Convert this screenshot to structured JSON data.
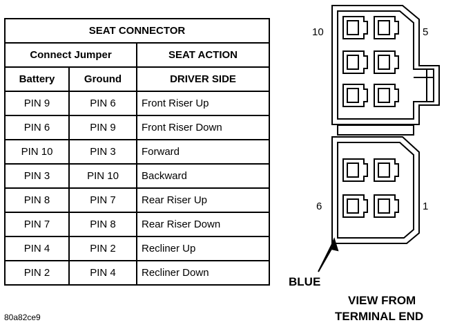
{
  "table": {
    "title": "SEAT CONNECTOR",
    "connect_jumper_header": "Connect Jumper",
    "seat_action_header": "SEAT ACTION",
    "battery_header": "Battery",
    "ground_header": "Ground",
    "driver_side_header": "DRIVER SIDE",
    "rows": [
      {
        "battery": "PIN 9",
        "ground": "PIN 6",
        "action": "Front Riser Up"
      },
      {
        "battery": "PIN 6",
        "ground": "PIN 9",
        "action": "Front Riser Down"
      },
      {
        "battery": "PIN 10",
        "ground": "PIN 3",
        "action": "Forward"
      },
      {
        "battery": "PIN 3",
        "ground": "PIN 10",
        "action": "Backward"
      },
      {
        "battery": "PIN 8",
        "ground": "PIN 7",
        "action": "Rear Riser Up"
      },
      {
        "battery": "PIN 7",
        "ground": "PIN 8",
        "action": "Rear Riser Down"
      },
      {
        "battery": "PIN 4",
        "ground": "PIN 2",
        "action": "Recliner Up"
      },
      {
        "battery": "PIN 2",
        "ground": "PIN 4",
        "action": "Recliner Down"
      }
    ]
  },
  "connector": {
    "label_10": "10",
    "label_5": "5",
    "label_6": "6",
    "label_1": "1",
    "wire_label": "BLUE",
    "view_line1": "VIEW FROM",
    "view_line2": "TERMINAL END"
  },
  "caption": "80a82ce9"
}
